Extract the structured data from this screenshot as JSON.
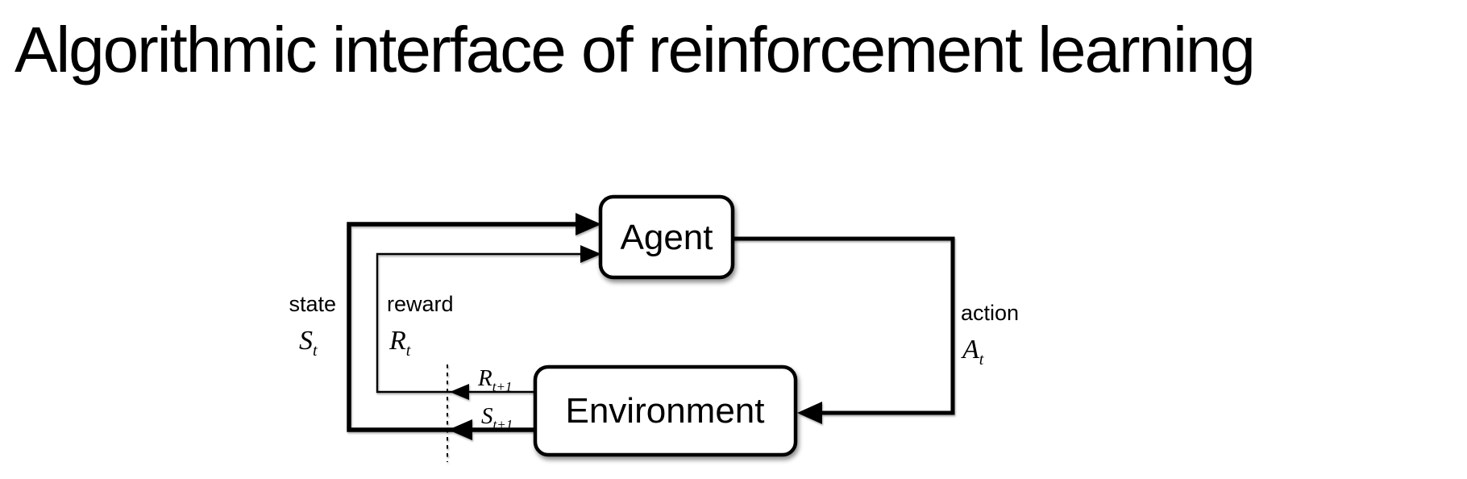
{
  "title": "Algorithmic interface of reinforcement learning",
  "diagram": {
    "agent": {
      "label": "Agent"
    },
    "environment": {
      "label": "Environment"
    },
    "state": {
      "word": "state",
      "symbol": "S",
      "subscript": "t"
    },
    "reward": {
      "word": "reward",
      "symbol": "R",
      "subscript": "t"
    },
    "action": {
      "word": "action",
      "symbol": "A",
      "subscript": "t"
    },
    "reward_next": {
      "symbol": "R",
      "subscript": "t+1"
    },
    "state_next": {
      "symbol": "S",
      "subscript": "t+1"
    },
    "colors": {
      "background": "#ffffff",
      "ink": "#000000"
    }
  }
}
